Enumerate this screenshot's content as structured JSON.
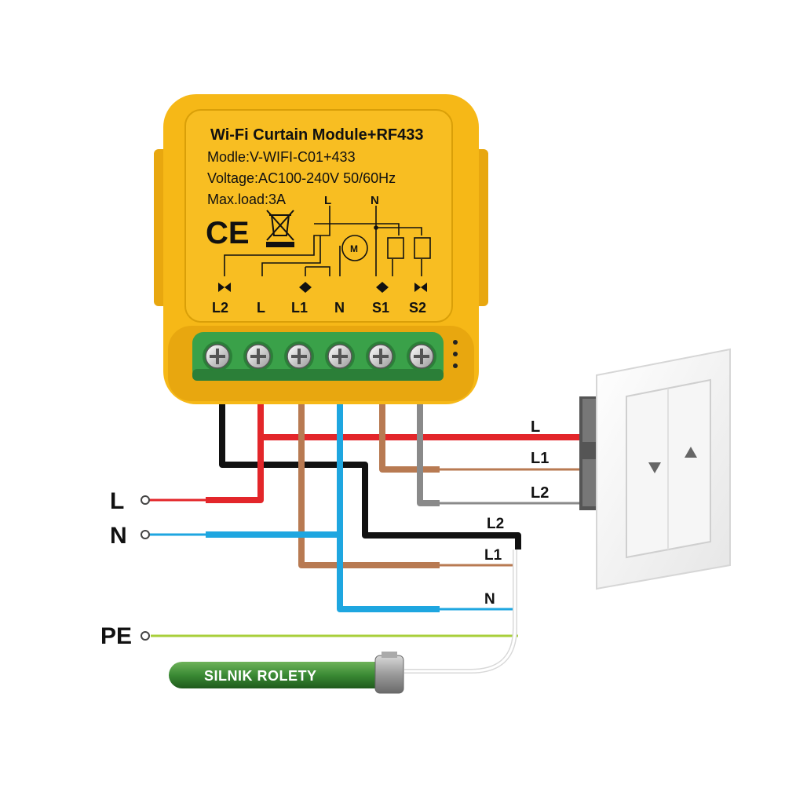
{
  "module": {
    "title": "Wi-Fi Curtain Module+RF433",
    "model": "Modle:V-WIFI-C01+433",
    "voltage": "Voltage:AC100-240V 50/60Hz",
    "max_load": "Max.load:3A",
    "ce_mark": "CE",
    "schematic_l": "L",
    "schematic_n": "N",
    "motor_symbol": "M",
    "terminals": [
      "L2",
      "L",
      "L1",
      "N",
      "S1",
      "S2"
    ],
    "body_color": "#f6b817",
    "terminal_block_color": "#3aa149"
  },
  "mains": {
    "l_label": "L",
    "n_label": "N",
    "pe_label": "PE"
  },
  "switch_wires": {
    "l_label": "L",
    "l1_label": "L1",
    "l2_label": "L2"
  },
  "motor_wires": {
    "l2_label": "L2",
    "l1_label": "L1",
    "n_label": "N"
  },
  "motor": {
    "label": "SILNIK ROLETY",
    "tube_color": "#3a8a34"
  },
  "wire_colors": {
    "black": "#111111",
    "red": "#e3262a",
    "brown": "#b87a52",
    "blue": "#1ea6e0",
    "gray": "#8a8a8a",
    "yellow_green": "#a8cf3a"
  }
}
